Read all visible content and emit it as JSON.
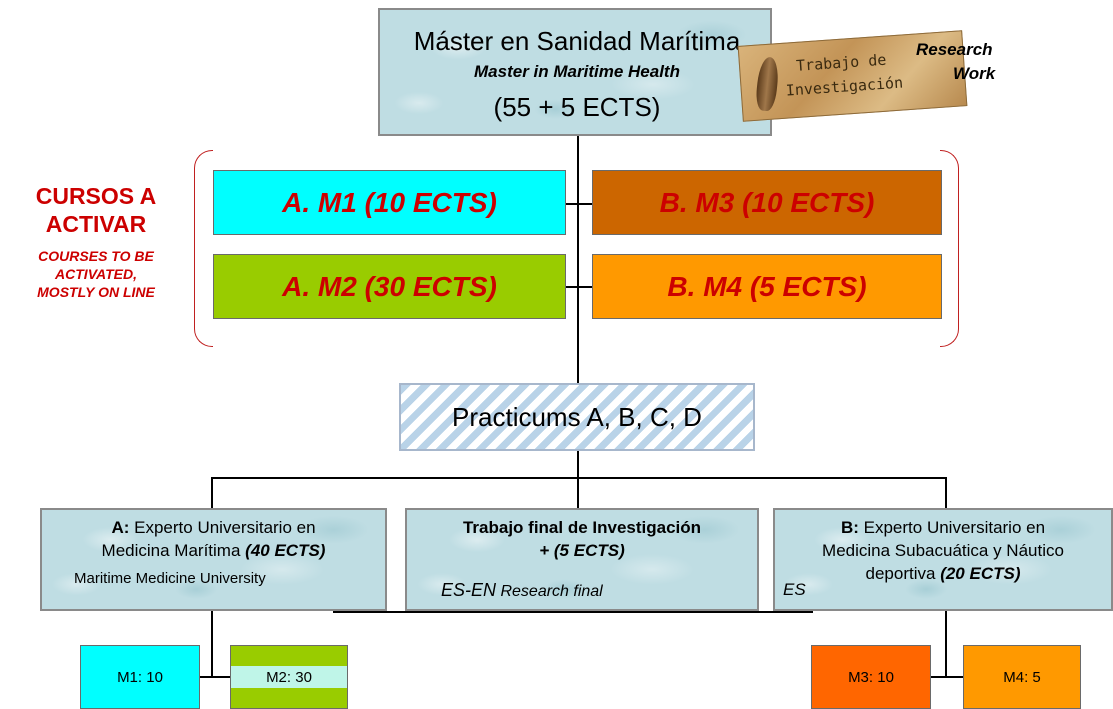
{
  "top": {
    "title_es": "Máster en Sanidad Marítima",
    "title_en": "Master in Maritime Health",
    "credits": "(55 + 5 ECTS)"
  },
  "parchment": {
    "line1": "Trabajo de",
    "line2": "Investigación",
    "en_line1": "Research",
    "en_line2": "Work"
  },
  "side_label": {
    "es_line1": "CURSOS A",
    "es_line2": "ACTIVAR",
    "en_line1": "COURSES TO BE",
    "en_line2": "ACTIVATED,",
    "en_line3": "MOSTLY ON LINE"
  },
  "courses": {
    "m1": "A. M1 (10 ECTS)",
    "m3": "B. M3 (10 ECTS)",
    "m2": "A. M2 (30 ECTS)",
    "m4": "B. M4 (5 ECTS)"
  },
  "practicums": "Practicums A, B, C, D",
  "box_a": {
    "prefix": "A:",
    "line1": " Experto Universitario en",
    "line2": "Medicina Marítima ",
    "credits": "(40 ECTS)",
    "en": "Maritime Medicine University"
  },
  "box_final": {
    "line1": "Trabajo final de Investigación",
    "line2": "+ (5 ECTS)",
    "tag": "ES-EN",
    "en": " Research final"
  },
  "box_b": {
    "prefix": "B:",
    "line1": " Experto Universitario en",
    "line2": "Medicina Subacuática y Náutico",
    "line3": "deportiva  ",
    "credits": "(20 ECTS)",
    "tag": "ES"
  },
  "modules": {
    "m1": "M1: 10",
    "m2": "M2: 30",
    "m3": "M3: 10",
    "m4": "M4: 5"
  },
  "colors": {
    "m1": "#00ffff",
    "m2": "#99cc00",
    "m3": "#cc6600",
    "m4": "#ff9900",
    "m3_small": "#ff6600",
    "label_red": "#cc0000"
  }
}
